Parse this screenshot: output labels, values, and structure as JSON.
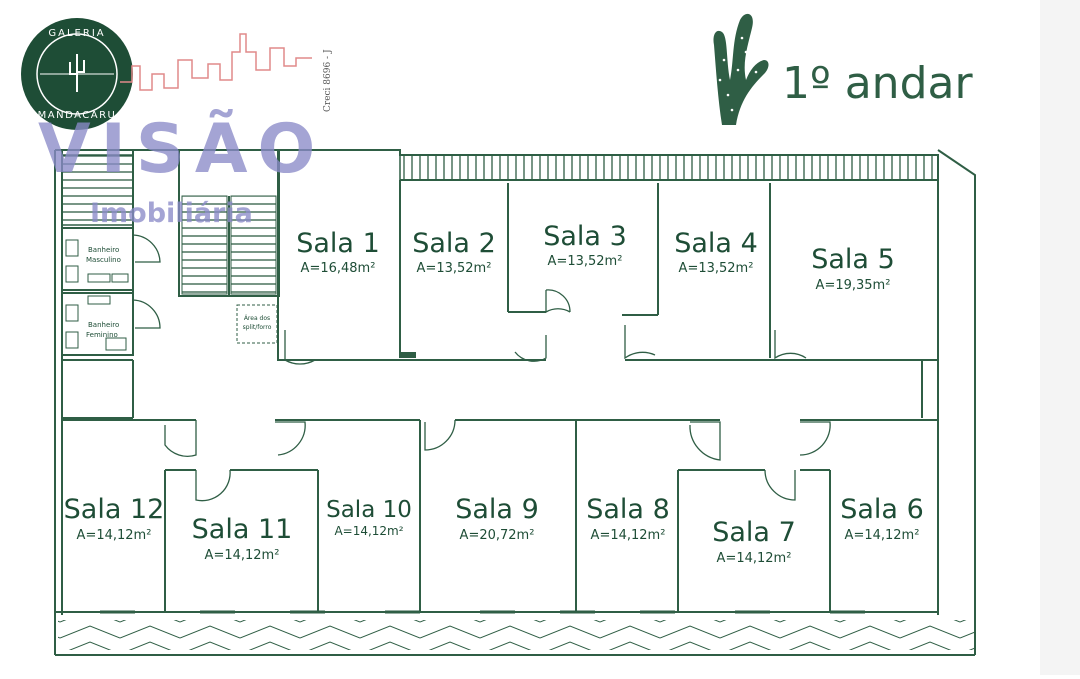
{
  "colors": {
    "wall": "#2f5e45",
    "dark_green": "#1e4d36",
    "skyline": "#e08a8a",
    "watermark": "#8a8ac8",
    "panel": "#f4f4f4"
  },
  "header": {
    "floor_title": "1º andar",
    "cactus": "cactus-icon"
  },
  "logo": {
    "top_text": "GALERIA",
    "bottom_text": "MANDACARU",
    "creci": "Creci 8696 - J"
  },
  "watermark": {
    "main": "VISÃO",
    "sub": "Imobiliária"
  },
  "rooms": {
    "sala1": {
      "name": "Sala 1",
      "area": "A=16,48m²"
    },
    "sala2": {
      "name": "Sala 2",
      "area": "A=13,52m²"
    },
    "sala3": {
      "name": "Sala 3",
      "area": "A=13,52m²"
    },
    "sala4": {
      "name": "Sala 4",
      "area": "A=13,52m²"
    },
    "sala5": {
      "name": "Sala 5",
      "area": "A=19,35m²"
    },
    "sala6": {
      "name": "Sala 6",
      "area": "A=14,12m²"
    },
    "sala7": {
      "name": "Sala 7",
      "area": "A=14,12m²"
    },
    "sala8": {
      "name": "Sala 8",
      "area": "A=14,12m²"
    },
    "sala9": {
      "name": "Sala 9",
      "area": "A=20,72m²"
    },
    "sala10": {
      "name": "Sala 10",
      "area": "A=14,12m²"
    },
    "sala11": {
      "name": "Sala 11",
      "area": "A=14,12m²"
    },
    "sala12": {
      "name": "Sala 12",
      "area": "A=14,12m²"
    }
  },
  "bathrooms": {
    "male": {
      "line1": "Banheiro",
      "line2": "Masculino"
    },
    "female": {
      "line1": "Banheiro",
      "line2": "Feminino"
    }
  },
  "service_area": {
    "line1": "Área dos",
    "line2": "split/forro"
  }
}
